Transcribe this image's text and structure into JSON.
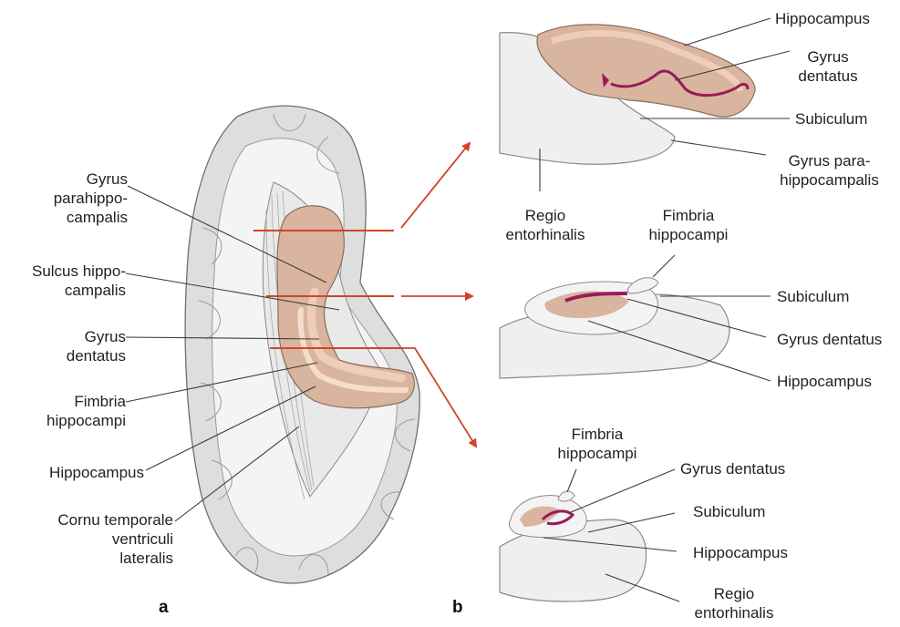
{
  "panel_a": {
    "letter": "a",
    "labels": {
      "gyrus_parahippocampalis": [
        "Gyrus",
        "parahippo-",
        "campalis"
      ],
      "sulcus_hippocampalis": [
        "Sulcus hippo-",
        "campalis"
      ],
      "gyrus_dentatus": [
        "Gyrus",
        "dentatus"
      ],
      "fimbria_hippocampi": [
        "Fimbria",
        "hippocampi"
      ],
      "hippocampus": [
        "Hippocampus"
      ],
      "cornu_temporale": [
        "Cornu temporale",
        "ventriculi",
        "lateralis"
      ]
    }
  },
  "panel_b": {
    "letter": "b",
    "section_1": {
      "hippocampus": [
        "Hippocampus"
      ],
      "gyrus_dentatus": [
        "Gyrus",
        "dentatus"
      ],
      "subiculum": [
        "Subiculum"
      ],
      "gyrus_parahippocampalis": [
        "Gyrus para-",
        "hippocampalis"
      ],
      "regio_entorhinalis": [
        "Regio",
        "entorhinalis"
      ]
    },
    "section_2": {
      "fimbria_hippocampi": [
        "Fimbria",
        "hippocampi"
      ],
      "subiculum": [
        "Subiculum"
      ],
      "gyrus_dentatus": [
        "Gyrus dentatus"
      ],
      "hippocampus": [
        "Hippocampus"
      ]
    },
    "section_3": {
      "fimbria_hippocampi": [
        "Fimbria",
        "hippocampi"
      ],
      "gyrus_dentatus": [
        "Gyrus dentatus"
      ],
      "subiculum": [
        "Subiculum"
      ],
      "hippocampus": [
        "Hippocampus"
      ],
      "regio_entorhinalis": [
        "Regio",
        "entorhinalis"
      ]
    }
  },
  "colors": {
    "cortex": "#dedede",
    "white_matter": "#f4f4f4",
    "outline": "#6f6f6f",
    "hippocampus_tissue": "#d9b59f",
    "hippocampus_light": "#efcdb8",
    "dentate": "#9a1a5a",
    "section_arrow": "#d0452a",
    "leader_line": "#3a3a3a"
  }
}
